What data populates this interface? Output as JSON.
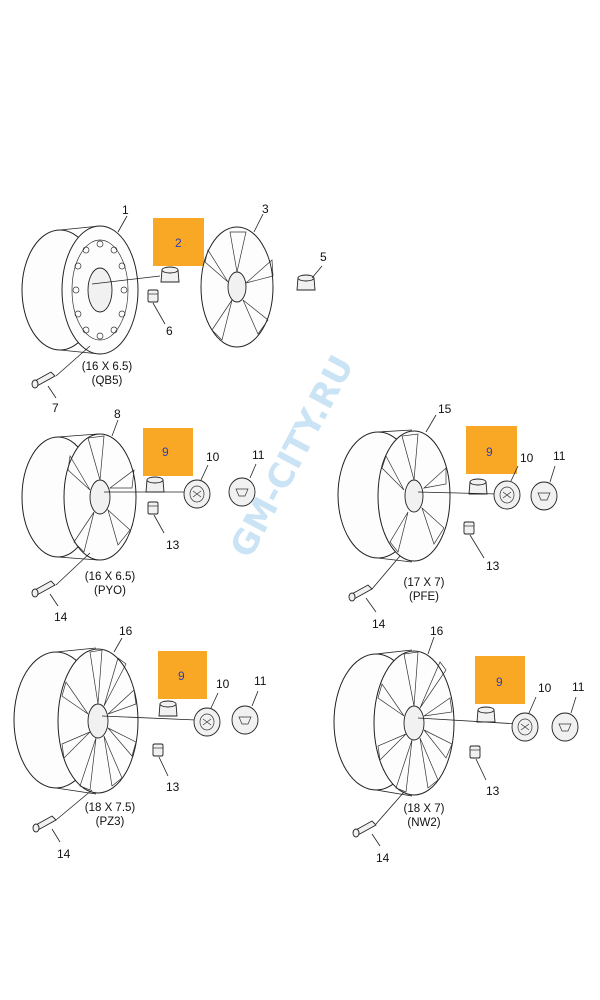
{
  "colors": {
    "highlight": "#F9A825",
    "highlight_text": "#2A3FB8",
    "watermark": "#B9DCF3",
    "line": "#222222"
  },
  "watermark": "GM-CITY.RU",
  "groups": [
    {
      "id": "steel",
      "spec_size": "(16 X 6.5)",
      "spec_code": "(QB5)",
      "callouts": {
        "wheel": "1",
        "nut": "2",
        "cover": "3",
        "cap": "5",
        "weight": "6",
        "valve": "7"
      }
    },
    {
      "id": "pyo",
      "spec_size": "(16 X 6.5)",
      "spec_code": "(PYO)",
      "callouts": {
        "wheel": "8",
        "nut": "9",
        "hub_ring": "10",
        "center_cap": "11",
        "weight": "13",
        "valve": "14"
      }
    },
    {
      "id": "pfe",
      "spec_size": "(17 X 7)",
      "spec_code": "(PFE)",
      "callouts": {
        "wheel": "15",
        "nut": "9",
        "hub_ring": "10",
        "center_cap": "11",
        "weight": "13",
        "valve": "14"
      }
    },
    {
      "id": "pz3",
      "spec_size": "(18 X 7.5)",
      "spec_code": "(PZ3)",
      "callouts": {
        "wheel": "16",
        "nut": "9",
        "hub_ring": "10",
        "center_cap": "11",
        "weight": "13",
        "valve": "14"
      }
    },
    {
      "id": "nw2",
      "spec_size": "(18 X 7)",
      "spec_code": "(NW2)",
      "callouts": {
        "wheel": "16",
        "nut": "9",
        "hub_ring": "10",
        "center_cap": "11",
        "weight": "13",
        "valve": "14"
      }
    }
  ]
}
